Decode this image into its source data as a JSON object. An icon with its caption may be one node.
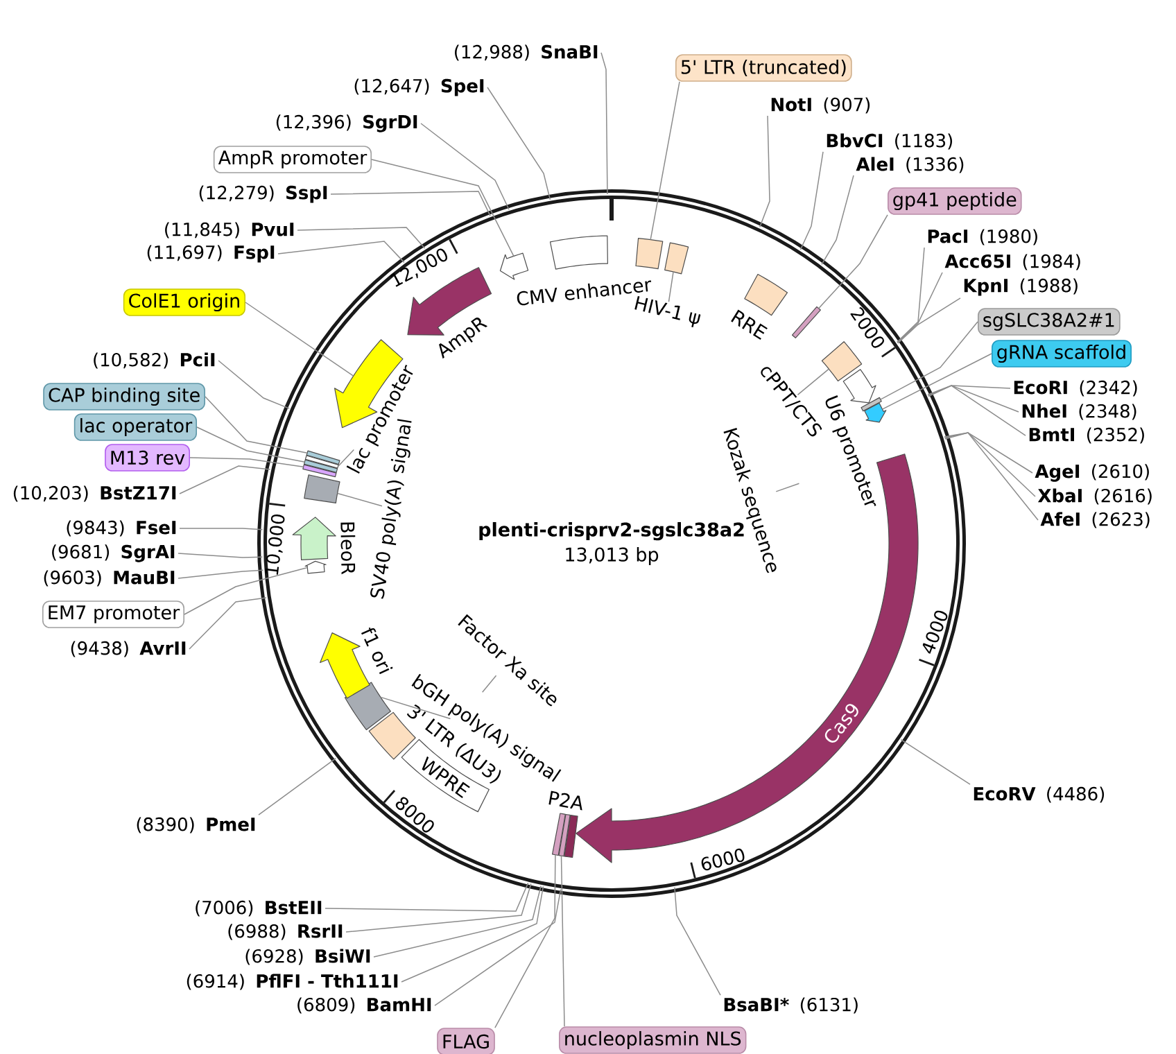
{
  "diagram": {
    "nodes": [
      {
        "text": [
          "plenti-crisprv2-sgslc38a2",
          "13,013 bp"
        ]
      },
      {
        "text": [],
        "shape": "box",
        "in": 0
      },
      {
        "text": [],
        "shape": "box",
        "in": 0
      },
      {
        "text": [
          "HIV-1 ψ"
        ],
        "in": 0
      },
      {
        "text": [],
        "shape": "box",
        "beside": [
          "RRE"
        ],
        "in": 0
      },
      {
        "text": [],
        "shape": "bar",
        "in": 0
      },
      {
        "text": [],
        "shape": "box",
        "in": 0
      },
      {
        "text": [
          "cPPT/CTS"
        ],
        "in": 0
      },
      {
        "text": [],
        "shape": "arrow",
        "beside": [
          "U6 promoter"
        ],
        "in": 0
      },
      {
        "text": [],
        "shape": "bar",
        "in": 0
      },
      {
        "text": [],
        "shape": "arrow",
        "in": 0
      },
      {
        "text": [
          "Kozak sequence"
        ],
        "in": 0
      },
      {
        "text": [
          "Cas9"
        ],
        "in": 0
      },
      {
        "text": [],
        "shape": "bar",
        "beside": [
          "P2A"
        ],
        "in": 0
      },
      {
        "text": [],
        "shape": "bar",
        "in": 0
      },
      {
        "text": [],
        "shape": "bar",
        "in": 0
      },
      {
        "text": [
          "WPRE"
        ],
        "in": 0
      },
      {
        "text": [
          "Factor Xa site"
        ],
        "in": 0
      },
      {
        "text": [],
        "shape": "box",
        "beside": [
          "3' LTR (ΔU3)"
        ],
        "in": 0
      },
      {
        "text": [],
        "shape": "box",
        "in": 0
      },
      {
        "text": [
          "bGH poly(A) signal"
        ],
        "in": 0
      },
      {
        "text": [],
        "shape": "arrow",
        "beside": [
          "f1 ori"
        ],
        "in": 0
      },
      {
        "text": [],
        "shape": "arrow",
        "in": 0
      },
      {
        "text": [],
        "shape": "arrow",
        "beside": [
          "BleoR"
        ],
        "in": 0
      },
      {
        "text": [],
        "shape": "box",
        "in": 0
      },
      {
        "text": [
          "SV40 poly(A) signal"
        ],
        "in": 0
      },
      {
        "text": [],
        "shape": "bar",
        "in": 0
      },
      {
        "text": [],
        "shape": "bar",
        "in": 0
      },
      {
        "text": [],
        "shape": "bar",
        "in": 0
      },
      {
        "text": [],
        "shape": "bar",
        "in": 0
      },
      {
        "text": [
          "lac promoter"
        ],
        "in": 0
      },
      {
        "text": [],
        "shape": "arrow",
        "in": 0
      },
      {
        "text": [],
        "shape": "arrow",
        "beside": [
          "AmpR"
        ],
        "in": 0
      },
      {
        "text": [],
        "shape": "arrow",
        "in": 0
      },
      {
        "text": [],
        "shape": "box",
        "beside": [
          "CMV enhancer"
        ],
        "in": 0
      },
      {
        "text": [
          "5' LTR (truncated)"
        ]
      },
      {
        "text": [
          "NotI",
          "(907)"
        ]
      },
      {
        "text": [
          "BbvCI",
          "(1183)"
        ]
      },
      {
        "text": [
          "AleI",
          "(1336)"
        ]
      },
      {
        "text": [
          "gp41 peptide"
        ]
      },
      {
        "text": [
          "PacI",
          "(1980)"
        ]
      },
      {
        "text": [
          "Acc65I",
          "(1984)"
        ]
      },
      {
        "text": [
          "KpnI",
          "(1988)"
        ]
      },
      {
        "text": [
          "sgSLC38A2#1"
        ]
      },
      {
        "text": [
          "gRNA scaffold"
        ]
      },
      {
        "text": [
          "EcoRI",
          "(2342)"
        ]
      },
      {
        "text": [
          "NheI",
          "(2348)"
        ]
      },
      {
        "text": [
          "BmtI",
          "(2352)"
        ]
      },
      {
        "text": [
          "AgeI",
          "(2610)"
        ]
      },
      {
        "text": [
          "XbaI",
          "(2616)"
        ]
      },
      {
        "text": [
          "AfeI",
          "(2623)"
        ]
      },
      {
        "text": [
          "EcoRV",
          "(4486)"
        ]
      },
      {
        "text": [
          "BsaBI*",
          "(6131)"
        ]
      },
      {
        "text": [
          "nucleoplasmin NLS"
        ]
      },
      {
        "text": [
          "FLAG"
        ]
      },
      {
        "text": [
          "(6809)",
          "BamHI"
        ]
      },
      {
        "text": [
          "(6914)",
          "PflFI - Tth111I"
        ]
      },
      {
        "text": [
          "(6928)",
          "BsiWI"
        ]
      },
      {
        "text": [
          "(6988)",
          "RsrII"
        ]
      },
      {
        "text": [
          "(7006)",
          "BstEII"
        ]
      },
      {
        "text": [
          "(8390)",
          "PmeI"
        ]
      },
      {
        "text": [
          "(9438)",
          "AvrII"
        ]
      },
      {
        "text": [
          "EM7 promoter"
        ]
      },
      {
        "text": [
          "(9603)",
          "MauBI"
        ]
      },
      {
        "text": [
          "(9681)",
          "SgrAI"
        ]
      },
      {
        "text": [
          "(9843)",
          "FseI"
        ]
      },
      {
        "text": [
          "(10,203)",
          "BstZ17I"
        ]
      },
      {
        "text": [
          "M13 rev"
        ]
      },
      {
        "text": [
          "lac operator"
        ]
      },
      {
        "text": [
          "CAP binding site"
        ]
      },
      {
        "text": [
          "(10,582)",
          "PciI"
        ]
      },
      {
        "text": [
          "ColE1 origin"
        ]
      },
      {
        "text": [
          "(11,697)",
          "FspI"
        ]
      },
      {
        "text": [
          "(11,845)",
          "PvuI"
        ]
      },
      {
        "text": [
          "(12,279)",
          "SspI"
        ]
      },
      {
        "text": [
          "AmpR promoter"
        ]
      },
      {
        "text": [
          "(12,396)",
          "SgrDI"
        ]
      },
      {
        "text": [
          "(12,647)",
          "SpeI"
        ]
      },
      {
        "text": [
          "(12,988)",
          "SnaBI"
        ]
      }
    ],
    "edges": [
      {
        "from": 3,
        "to": 2,
        "arrow": "none"
      },
      {
        "from": 7,
        "to": 6,
        "arrow": "none"
      },
      {
        "from": 11,
        "to": null,
        "arrow": "none"
      },
      {
        "from": 17,
        "to": null,
        "arrow": "none"
      },
      {
        "from": 20,
        "to": 19,
        "arrow": "none"
      },
      {
        "from": 25,
        "to": 24,
        "arrow": "none"
      },
      {
        "from": 30,
        "to": 28,
        "arrow": "none"
      },
      {
        "from": 35,
        "to": 1,
        "arrow": "none"
      },
      {
        "from": 36,
        "to": 0,
        "arrow": "none"
      },
      {
        "from": 37,
        "to": 0,
        "arrow": "none"
      },
      {
        "from": 38,
        "to": 0,
        "arrow": "none"
      },
      {
        "from": 39,
        "to": 5,
        "arrow": "none"
      },
      {
        "from": 40,
        "to": 0,
        "arrow": "none"
      },
      {
        "from": 41,
        "to": 0,
        "arrow": "none"
      },
      {
        "from": 42,
        "to": 0,
        "arrow": "none"
      },
      {
        "from": 43,
        "to": 9,
        "arrow": "none"
      },
      {
        "from": 44,
        "to": 10,
        "arrow": "none"
      },
      {
        "from": 45,
        "to": 0,
        "arrow": "none"
      },
      {
        "from": 46,
        "to": 0,
        "arrow": "none"
      },
      {
        "from": 47,
        "to": 0,
        "arrow": "none"
      },
      {
        "from": 48,
        "to": 0,
        "arrow": "none"
      },
      {
        "from": 49,
        "to": 0,
        "arrow": "none"
      },
      {
        "from": 50,
        "to": 0,
        "arrow": "none"
      },
      {
        "from": 51,
        "to": 0,
        "arrow": "none"
      },
      {
        "from": 52,
        "to": 0,
        "arrow": "none"
      },
      {
        "from": 53,
        "to": 14,
        "arrow": "none"
      },
      {
        "from": 54,
        "to": 15,
        "arrow": "none"
      },
      {
        "from": 55,
        "to": 0,
        "arrow": "none"
      },
      {
        "from": 56,
        "to": 0,
        "arrow": "none"
      },
      {
        "from": 57,
        "to": 0,
        "arrow": "none"
      },
      {
        "from": 58,
        "to": 0,
        "arrow": "none"
      },
      {
        "from": 59,
        "to": 0,
        "arrow": "none"
      },
      {
        "from": 60,
        "to": 0,
        "arrow": "none"
      },
      {
        "from": 61,
        "to": 0,
        "arrow": "none"
      },
      {
        "from": 62,
        "to": 22,
        "arrow": "none"
      },
      {
        "from": 63,
        "to": 0,
        "arrow": "none"
      },
      {
        "from": 64,
        "to": 0,
        "arrow": "none"
      },
      {
        "from": 65,
        "to": 0,
        "arrow": "none"
      },
      {
        "from": 66,
        "to": 0,
        "arrow": "none"
      },
      {
        "from": 67,
        "to": 26,
        "arrow": "none"
      },
      {
        "from": 68,
        "to": 27,
        "arrow": "none"
      },
      {
        "from": 69,
        "to": 29,
        "arrow": "none"
      },
      {
        "from": 70,
        "to": 0,
        "arrow": "none"
      },
      {
        "from": 71,
        "to": 31,
        "arrow": "none"
      },
      {
        "from": 72,
        "to": 0,
        "arrow": "none"
      },
      {
        "from": 73,
        "to": 0,
        "arrow": "none"
      },
      {
        "from": 74,
        "to": 0,
        "arrow": "none"
      },
      {
        "from": 75,
        "to": 33,
        "arrow": "none"
      },
      {
        "from": 76,
        "to": 0,
        "arrow": "none"
      },
      {
        "from": 77,
        "to": 0,
        "arrow": "none"
      },
      {
        "from": 78,
        "to": 0,
        "arrow": "none"
      }
    ],
    "labels": [
      "2000",
      "4000",
      "6000",
      "8000",
      "10,000",
      "12,000"
    ]
  }
}
